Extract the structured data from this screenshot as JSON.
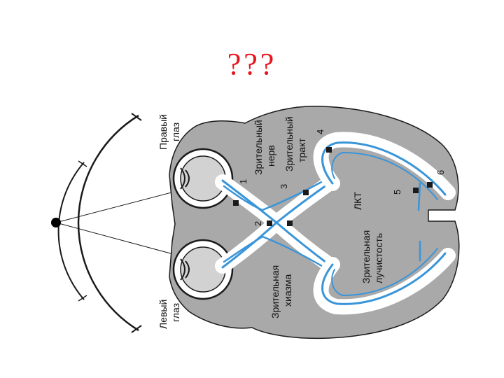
{
  "title": "???",
  "labels": {
    "right_eye_1": "Правый",
    "right_eye_2": "глаз",
    "left_eye_1": "Левый",
    "left_eye_2": "глаз",
    "optic_nerve_1": "Зрительный",
    "optic_nerve_2": "нерв",
    "optic_tract_1": "Зрительный",
    "optic_tract_2": "тракт",
    "chiasm_1": "Зрительная",
    "chiasm_2": "хиазма",
    "radiation_1": "Зрительная",
    "radiation_2": "лучистость",
    "lgn": "ЛКТ"
  },
  "numbers": {
    "n1": "1",
    "n2": "2",
    "n3": "3",
    "n4": "4",
    "n5": "5",
    "n6": "6"
  },
  "colors": {
    "title": "#e8141c",
    "brain_fill": "#a9a9a9",
    "pathway": "#3a95d8",
    "outline": "#1a1a1a",
    "eye_fill": "#d2d2d2"
  }
}
